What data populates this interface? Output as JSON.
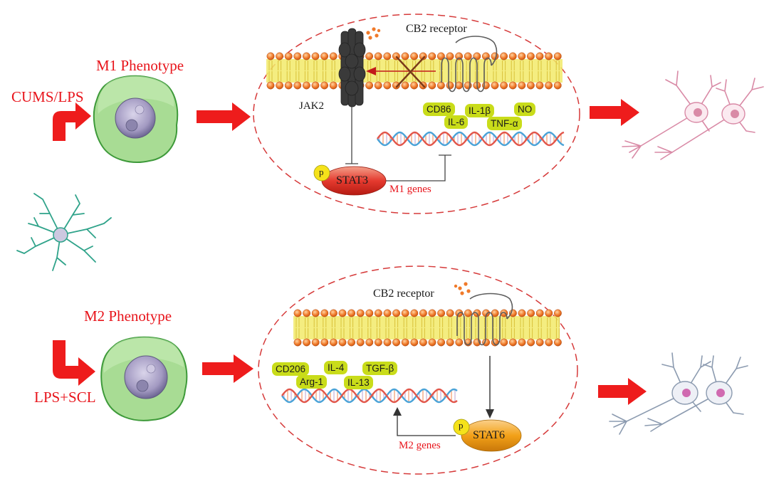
{
  "colors": {
    "accent_red": "#e8141b",
    "membrane_yellow": "#f2ea6a",
    "lipid_head": "#f07a2a",
    "cytokine_green": "#c9dc1a",
    "cell_green": "#8fd27a",
    "stat3_red": "#e53a2f",
    "stat6_orange": "#f2a118",
    "neuron_pink": "#d98aa6",
    "neuron_gray": "#8c9bb0",
    "microglia_teal": "#2fa38a"
  },
  "icons": [
    "cell-icon",
    "microglia-icon",
    "neuron-icon",
    "membrane-icon",
    "dna-icon",
    "receptor-icon",
    "jak2-icon",
    "arrow-icon",
    "inhibit-x-icon"
  ],
  "m1": {
    "phenotype": "M1 Phenotype",
    "trigger": "CUMS/LPS",
    "receptor": "CB2 receptor",
    "jak": "JAK2",
    "stat": "STAT3",
    "p": "p",
    "genes": "M1 genes",
    "cytokines": [
      "CD86",
      "IL-1β",
      "NO",
      "IL-6",
      "TNF-α"
    ]
  },
  "m2": {
    "phenotype": "M2 Phenotype",
    "trigger": "LPS+SCL",
    "receptor": "CB2 receptor",
    "stat": "STAT6",
    "p": "p",
    "genes": "M2 genes",
    "cytokines": [
      "CD206",
      "IL-4",
      "TGF-β",
      "Arg-1",
      "IL-13"
    ]
  }
}
